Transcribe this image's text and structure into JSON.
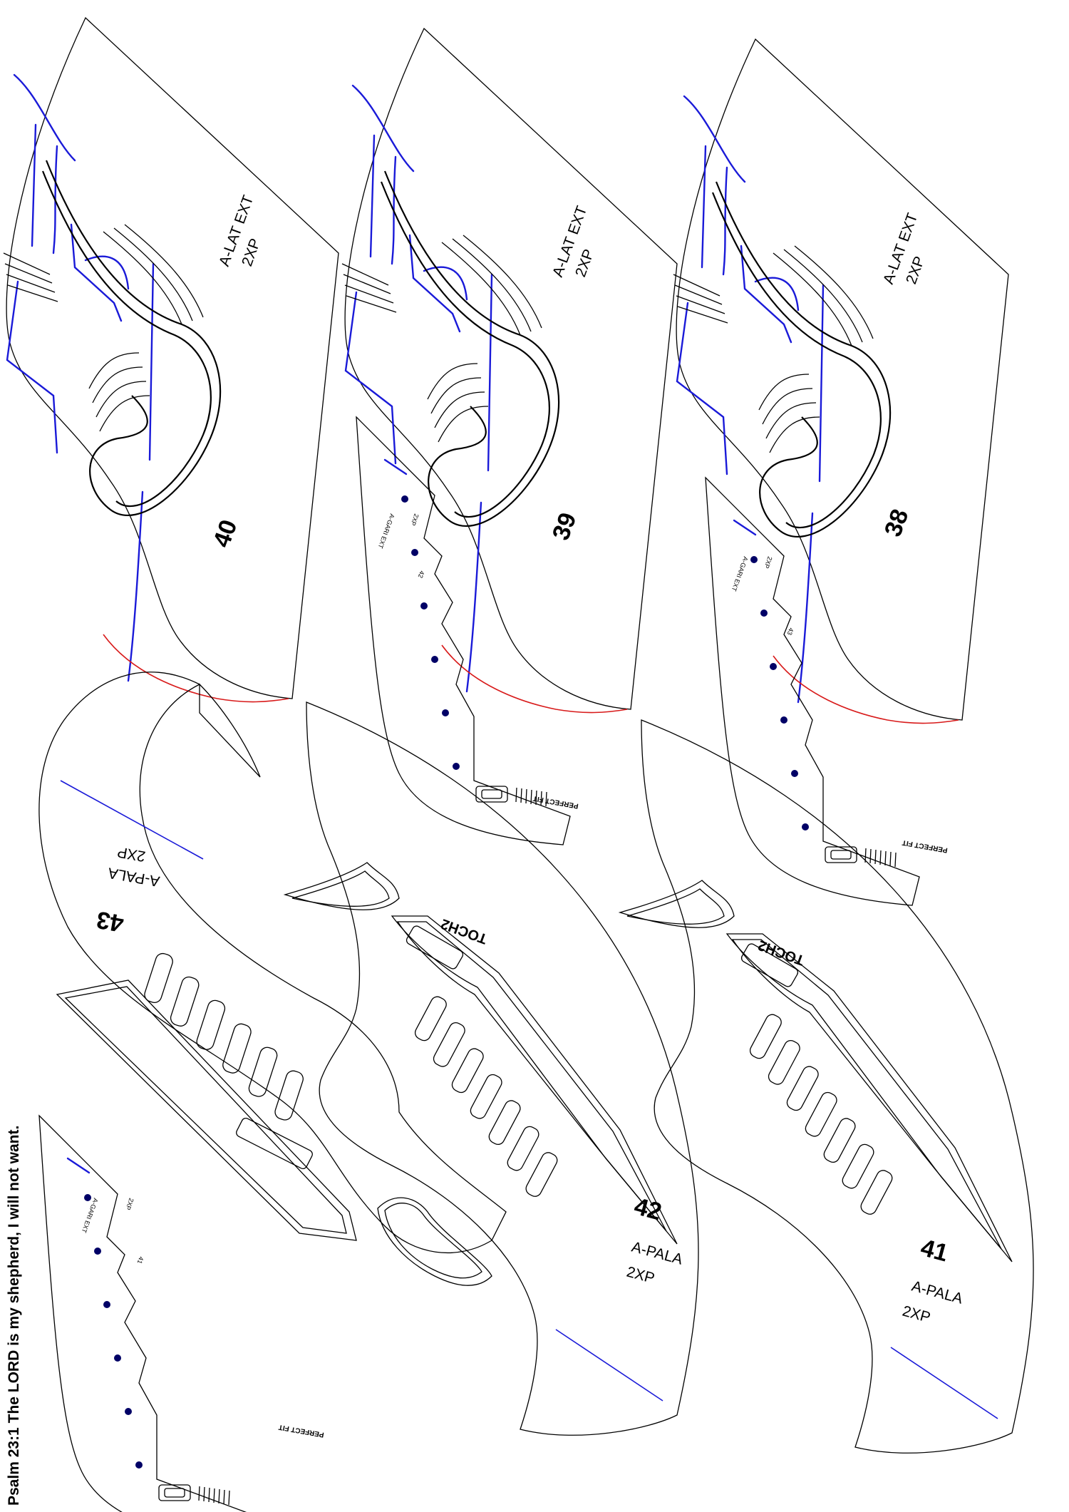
{
  "caption": "Psalm 23:1 The LORD is my shepherd, I will not want.",
  "colors": {
    "outline": "#000000",
    "guide_blue": "#1a1ad8",
    "edge_red": "#d81a1a",
    "dot": "#000066"
  },
  "pieces": {
    "p40": {
      "number": "40",
      "code": "A-LAT EXT",
      "qty": "2XP"
    },
    "p39": {
      "number": "39",
      "code": "A-LAT EXT",
      "qty": "2XP"
    },
    "p38": {
      "number": "38",
      "code": "A-LAT EXT",
      "qty": "2XP"
    },
    "p43": {
      "number": "43",
      "code": "A-PALA",
      "qty": "2XP"
    },
    "p42": {
      "number": "42",
      "code": "A-PALA",
      "qty": "2XP"
    },
    "p41": {
      "number": "41",
      "code": "A-PALA",
      "qty": "2XP"
    },
    "g42": {
      "number": "42",
      "code": "A-GARI EXT",
      "qty": "2XP",
      "brand": "PERFECT FIT"
    },
    "g43": {
      "number": "43",
      "code": "A-GARI EXT",
      "qty": "2XP",
      "brand": "PERFECT FIT"
    },
    "g41": {
      "number": "41",
      "code": "A-GARI EXT",
      "qty": "2XP",
      "brand": "PERFECT FIT"
    }
  },
  "logo_text": "TOCH2"
}
